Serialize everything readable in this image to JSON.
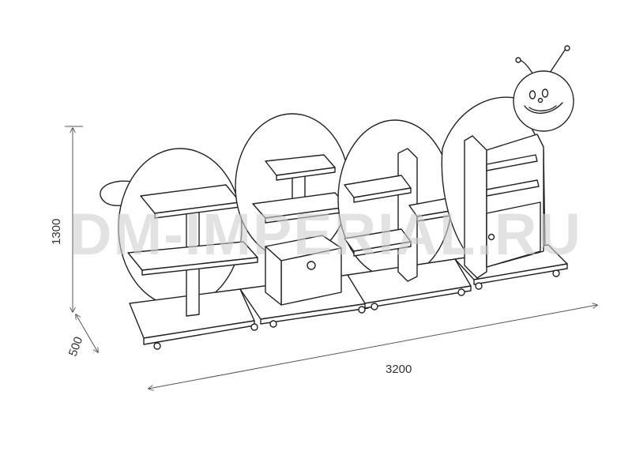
{
  "diagram": {
    "watermark": "DM-IMPERIAL.RU",
    "dimensions": {
      "height": "1300",
      "depth": "500",
      "width": "3200"
    },
    "colors": {
      "line": "#222222",
      "dimension_line": "#555555",
      "watermark": "#cfcfcf",
      "background": "#ffffff"
    }
  }
}
